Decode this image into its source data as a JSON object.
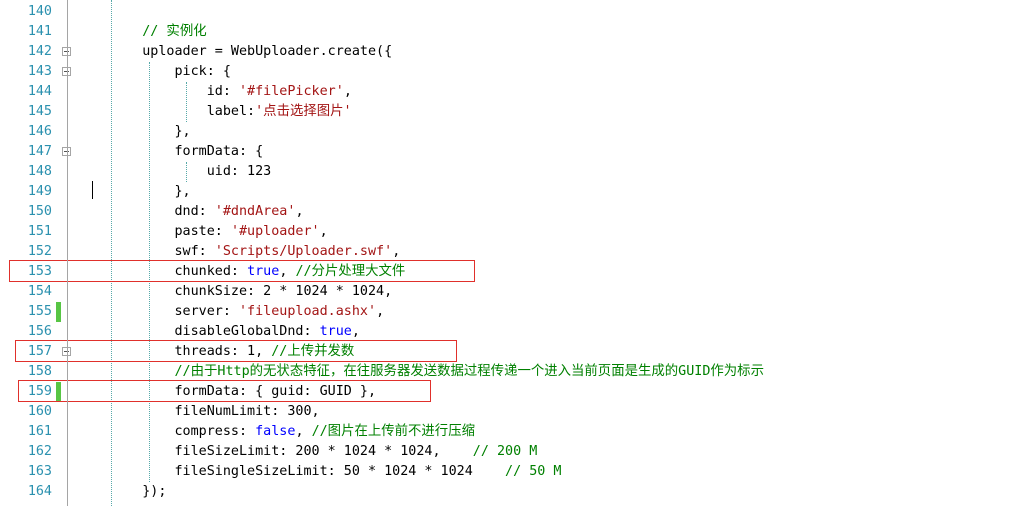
{
  "editor": {
    "lines": [
      {
        "num": "140",
        "text": ""
      },
      {
        "num": "141",
        "text": "    // 实例化"
      },
      {
        "num": "142",
        "text": "    uploader = WebUploader.create({"
      },
      {
        "num": "143",
        "text": "        pick: {"
      },
      {
        "num": "144",
        "text": "            id: '#filePicker',"
      },
      {
        "num": "145",
        "text": "            label:'点击选择图片'"
      },
      {
        "num": "146",
        "text": "        },"
      },
      {
        "num": "147",
        "text": "        formData: {"
      },
      {
        "num": "148",
        "text": "            uid: 123"
      },
      {
        "num": "149",
        "text": "        },"
      },
      {
        "num": "150",
        "text": "        dnd: '#dndArea',"
      },
      {
        "num": "151",
        "text": "        paste: '#uploader',"
      },
      {
        "num": "152",
        "text": "        swf: 'Scripts/Uploader.swf',"
      },
      {
        "num": "153",
        "text": "        chunked: true, //分片处理大文件"
      },
      {
        "num": "154",
        "text": "        chunkSize: 2 * 1024 * 1024,"
      },
      {
        "num": "155",
        "text": "        server: 'fileupload.ashx',"
      },
      {
        "num": "156",
        "text": "        disableGlobalDnd: true,"
      },
      {
        "num": "157",
        "text": "        threads: 1, //上传并发数"
      },
      {
        "num": "158",
        "text": "        //由于Http的无状态特征，在往服务器发送数据过程传递一个进入当前页面是生成的GUID作为标示"
      },
      {
        "num": "159",
        "text": "        formData: { guid: GUID },"
      },
      {
        "num": "160",
        "text": "        fileNumLimit: 300,"
      },
      {
        "num": "161",
        "text": "        compress: false, //图片在上传前不进行压缩"
      },
      {
        "num": "162",
        "text": "        fileSizeLimit: 200 * 1024 * 1024,    // 200 M"
      },
      {
        "num": "163",
        "text": "        fileSingleSizeLimit: 50 * 1024 * 1024    // 50 M"
      },
      {
        "num": "164",
        "text": "    });"
      }
    ]
  },
  "colors": {
    "line_number": "#2b91af",
    "string": "#a31515",
    "keyword": "#0000ff",
    "comment": "#008000",
    "highlight_box": "#e0302b",
    "change_marker": "#57c544"
  }
}
